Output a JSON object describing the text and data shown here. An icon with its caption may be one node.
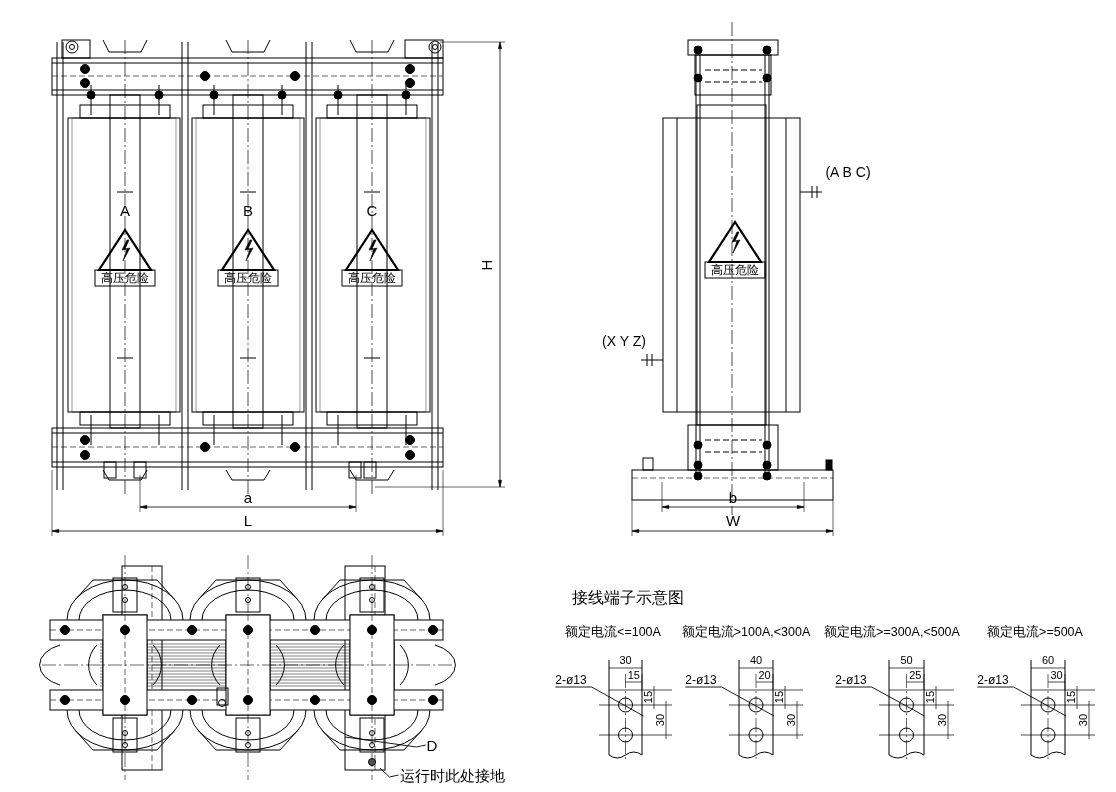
{
  "diagram": {
    "nodes": [
      {
        "text": [
          "2-ø13"
        ]
      },
      {
        "text": [
          "2-ø13"
        ]
      },
      {
        "text": [
          "2-ø13"
        ]
      },
      {
        "text": [
          "2-ø13"
        ]
      },
      {
        "text": [
          "D"
        ]
      },
      {
        "text": [
          "运行时此处接地"
        ]
      }
    ],
    "edges": [
      {
        "from": 0,
        "to": null,
        "arrow": "none"
      },
      {
        "from": 1,
        "to": null,
        "arrow": "none"
      },
      {
        "from": 2,
        "to": null,
        "arrow": "none"
      },
      {
        "from": 3,
        "to": null,
        "arrow": "none"
      },
      {
        "from": 4,
        "to": null,
        "arrow": "none"
      },
      {
        "from": 5,
        "to": null,
        "arrow": "none"
      }
    ],
    "labels": [
      "A",
      "高压危险",
      "B",
      "高压危险",
      "C",
      "高压危险",
      "H",
      "a",
      "L",
      "(A  B  C)",
      "高压危险",
      "(X  Y  Z)",
      "b",
      "W",
      "接线端子示意图",
      "额定电流<=100A",
      "额定电流>100A,<300A",
      "额定电流>=300A,<500A",
      "额定电流>=500A",
      "30",
      "15",
      "15",
      "30",
      "40",
      "20",
      "15",
      "30",
      "50",
      "25",
      "15",
      "30",
      "60",
      "30",
      "15",
      "30"
    ]
  }
}
